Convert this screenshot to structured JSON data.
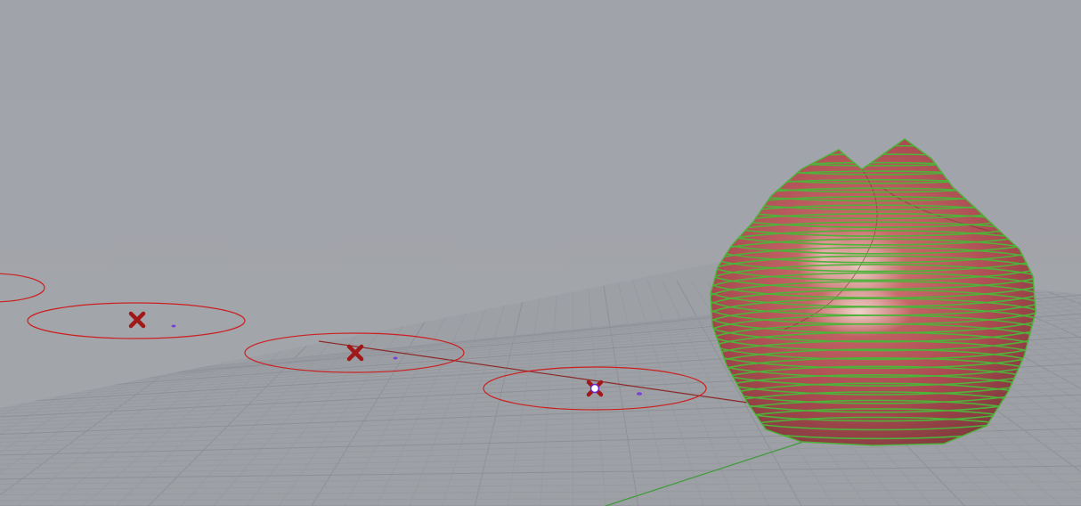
{
  "viewport": {
    "background": "#a2a5aa",
    "grid_major_color": "#8d9096",
    "grid_minor_color": "#979aa0",
    "grid_plane_color": "#9da0a5",
    "axis_x_color": "#8b2a2a",
    "axis_y_color": "#3f9a3a"
  },
  "objects": {
    "circles": [
      {
        "name": "circle-1",
        "color": "#cc2020"
      },
      {
        "name": "circle-2",
        "color": "#cc2020"
      },
      {
        "name": "circle-3",
        "color": "#cc2020"
      },
      {
        "name": "circle-4",
        "color": "#cc2020"
      }
    ],
    "points": [
      {
        "name": "point-marker",
        "color": "#a01818",
        "selected": false
      },
      {
        "name": "point-marker",
        "color": "#a01818",
        "selected": false
      },
      {
        "name": "point-marker",
        "color": "#a01818",
        "selected": true
      }
    ],
    "helper_dots_color": "#7a3fd6",
    "surface": {
      "name": "lofted-surface",
      "fill": "#b84f57",
      "contour_color": "#4fb23a",
      "contour_count": 34
    }
  },
  "icons": {
    "point": "cross-icon",
    "selected_point": "grip-icon"
  }
}
